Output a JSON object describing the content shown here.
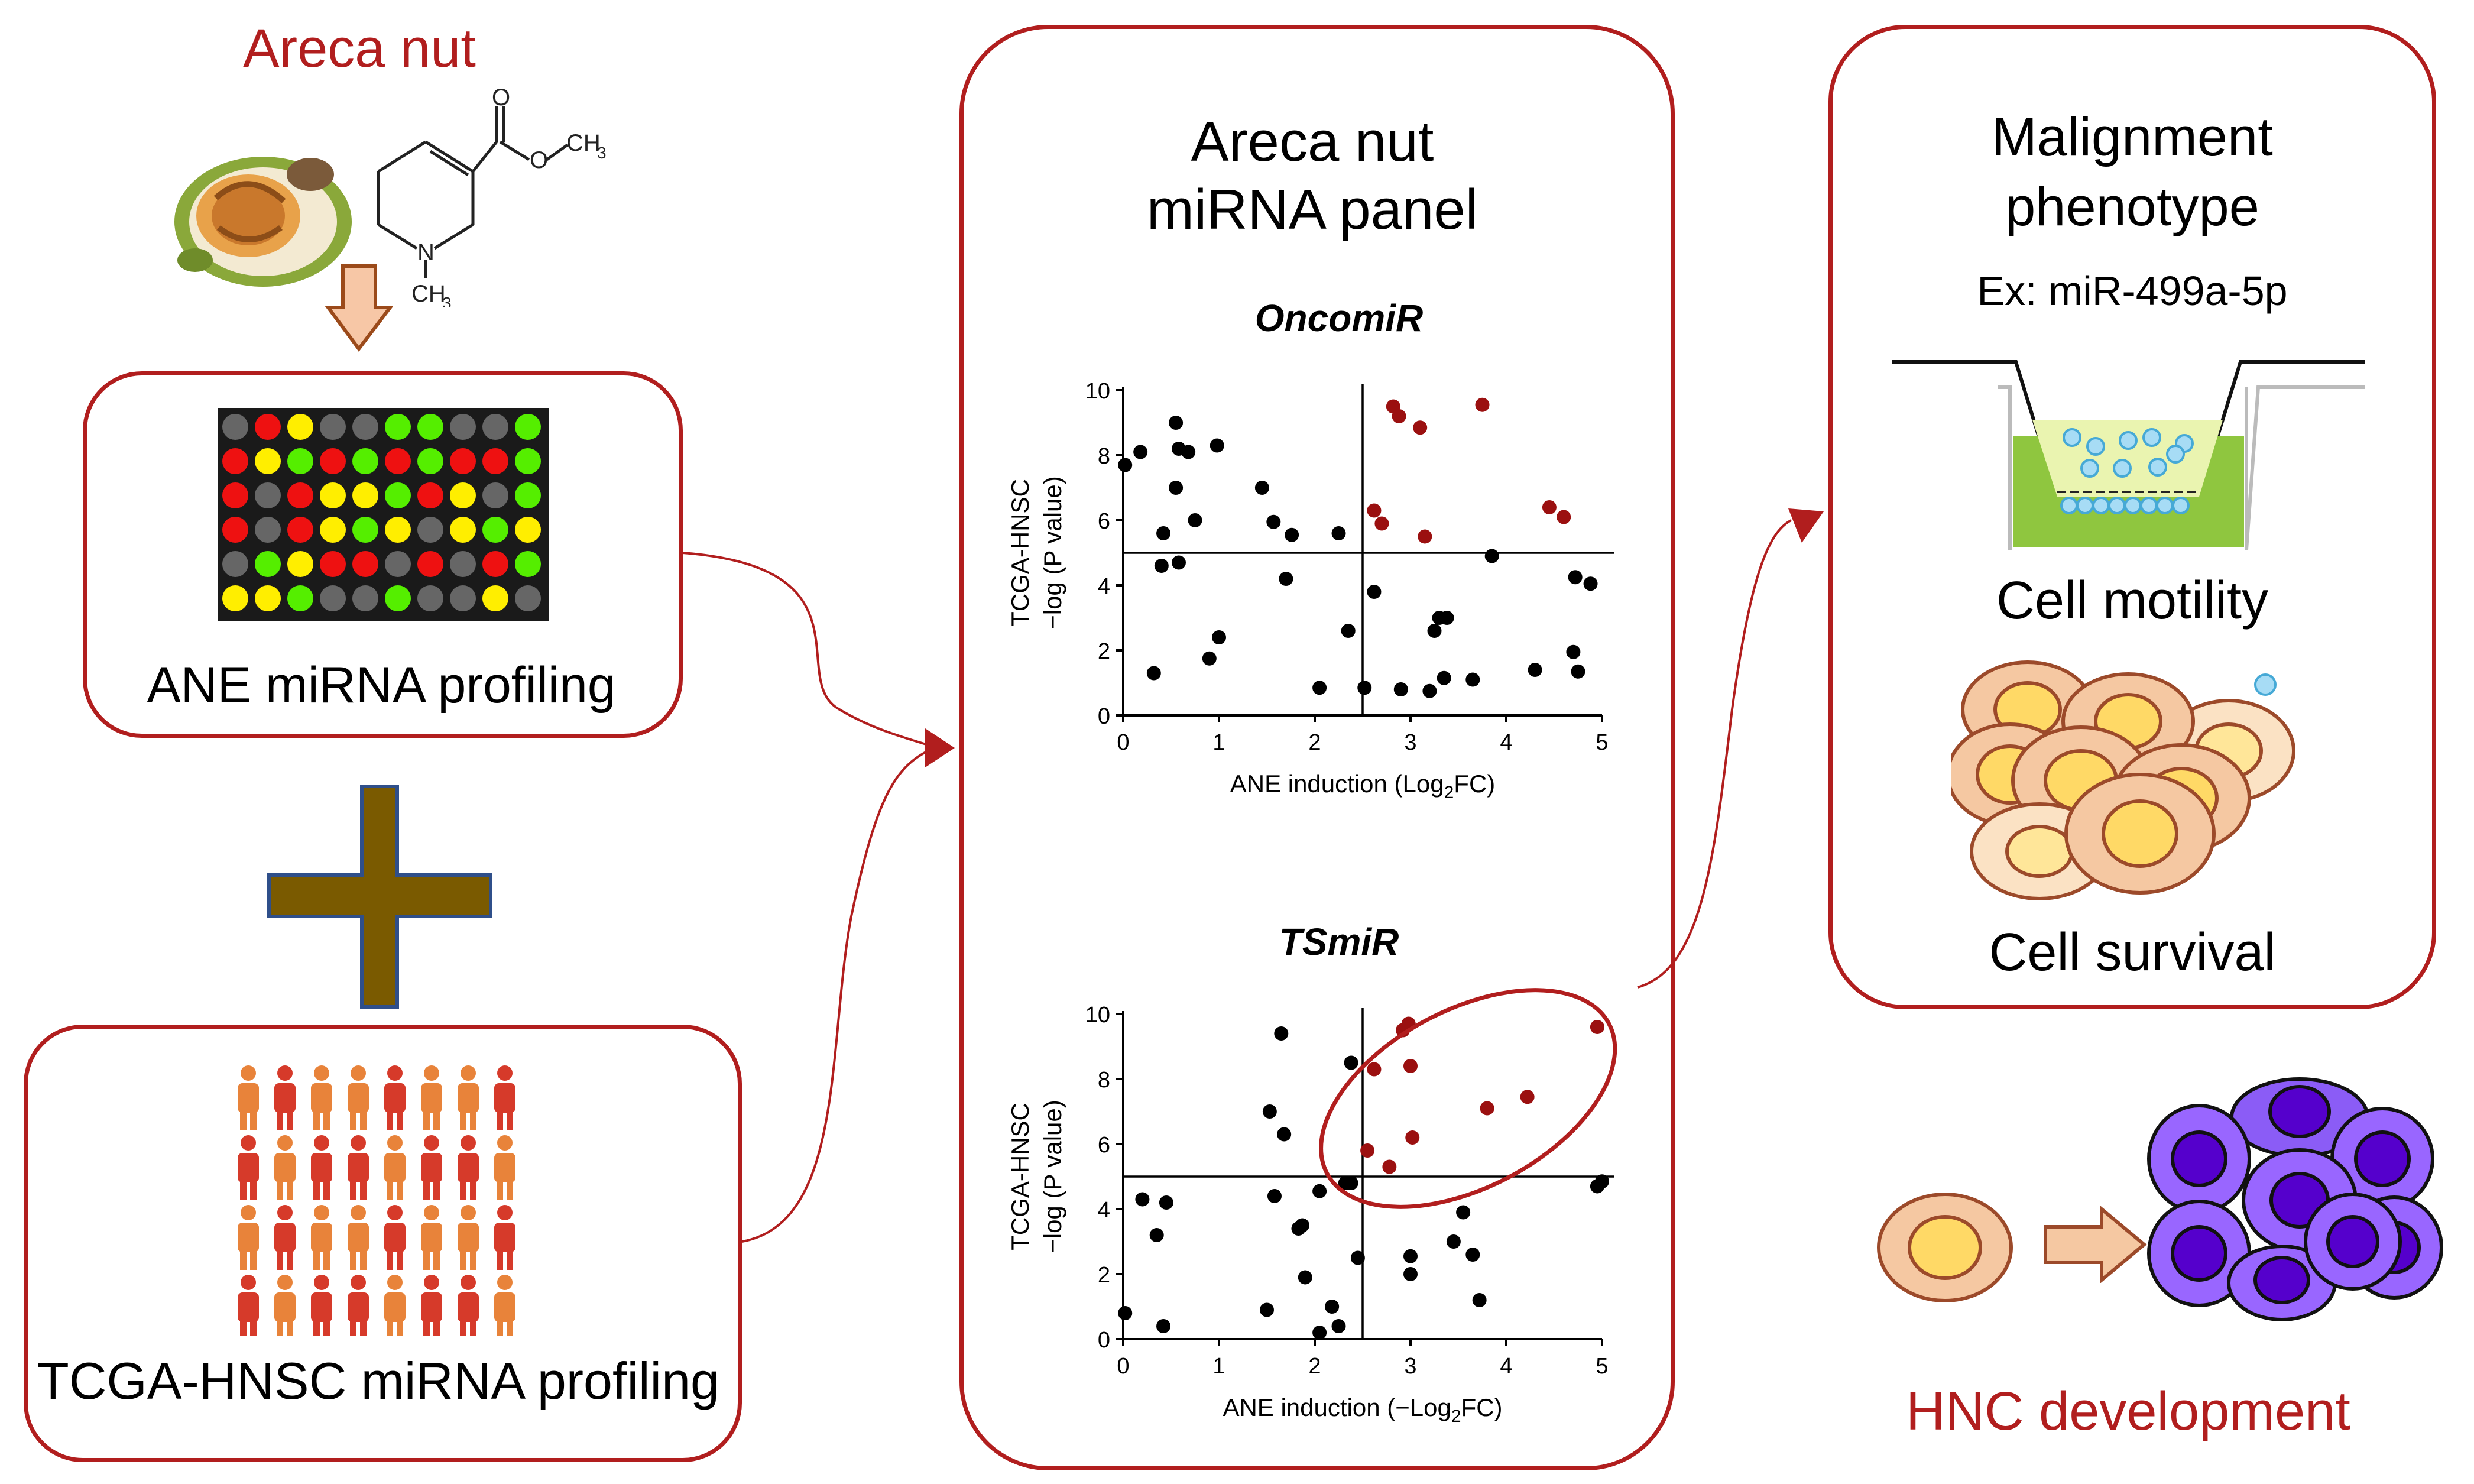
{
  "left": {
    "areca_title": "Areca nut",
    "chem_ch3_top": "CH",
    "chem_ch3_top_sub": "3",
    "chem_ch3_bottom": "CH",
    "chem_ch3_bottom_sub": "3",
    "chem_o": "O",
    "chem_o2": "O",
    "chem_n": "N",
    "ane_box_label": "ANE miRNA profiling",
    "tcga_box_label": "TCGA-HNSC miRNA profiling"
  },
  "middle": {
    "title_line1": "Areca nut",
    "title_line2": "miRNA panel"
  },
  "right": {
    "title_line1": "Malignment",
    "title_line2": "phenotype",
    "example": "Ex: miR-499a-5p",
    "cell_motility": "Cell motility",
    "cell_survival": "Cell survival",
    "hnc_development": "HNC development"
  },
  "colors": {
    "accent_red": "#b11e1e",
    "dark_red_points": "#9b1010",
    "black_points": "#000000",
    "plus_fill": "#7a5a00",
    "arrow_fill": "#f7c7a6"
  },
  "chart_data": [
    {
      "type": "scatter",
      "title": "OncomiR",
      "xlabel": "ANE induction (Log2FC)",
      "ylabel_line1": "TCGA-HNSC",
      "ylabel_line2": "−log (P value)",
      "xlim": [
        0,
        5
      ],
      "ylim": [
        0,
        10
      ],
      "x_ticks": [
        "0",
        "1",
        "2",
        "3",
        "4",
        "5"
      ],
      "y_ticks": [
        "0",
        "2",
        "4",
        "6",
        "8",
        "10"
      ],
      "threshold_x": 2.5,
      "threshold_y": 5,
      "series": [
        {
          "color": "#000000",
          "points": [
            [
              0.02,
              7.7
            ],
            [
              0.18,
              8.1
            ],
            [
              0.32,
              1.3
            ],
            [
              0.4,
              4.6
            ],
            [
              0.42,
              5.6
            ],
            [
              0.55,
              9.0
            ],
            [
              0.55,
              7.0
            ],
            [
              0.58,
              8.2
            ],
            [
              0.58,
              4.7
            ],
            [
              0.68,
              8.1
            ],
            [
              0.75,
              6.0
            ],
            [
              0.9,
              1.75
            ],
            [
              0.98,
              8.3
            ],
            [
              1.0,
              2.4
            ],
            [
              1.45,
              7.0
            ],
            [
              1.57,
              5.95
            ],
            [
              1.7,
              4.2
            ],
            [
              1.76,
              5.55
            ],
            [
              2.05,
              0.85
            ],
            [
              2.25,
              5.6
            ],
            [
              2.35,
              2.6
            ],
            [
              2.52,
              0.85
            ],
            [
              2.62,
              3.8
            ],
            [
              2.9,
              0.8
            ],
            [
              3.2,
              0.75
            ],
            [
              3.25,
              2.6
            ],
            [
              3.3,
              3.0
            ],
            [
              3.35,
              1.15
            ],
            [
              3.38,
              3.0
            ],
            [
              3.65,
              1.1
            ],
            [
              3.85,
              4.9
            ],
            [
              4.3,
              1.4
            ],
            [
              4.7,
              1.95
            ],
            [
              4.72,
              4.25
            ],
            [
              4.75,
              1.35
            ],
            [
              4.88,
              4.05
            ]
          ]
        },
        {
          "color": "#9b1010",
          "points": [
            [
              2.62,
              6.3
            ],
            [
              2.7,
              5.9
            ],
            [
              2.82,
              9.5
            ],
            [
              2.88,
              9.2
            ],
            [
              3.1,
              8.85
            ],
            [
              3.15,
              5.5
            ],
            [
              3.75,
              9.55
            ],
            [
              4.45,
              6.4
            ],
            [
              4.6,
              6.1
            ]
          ]
        }
      ]
    },
    {
      "type": "scatter",
      "title": "TSmiR",
      "xlabel": "ANE induction (−Log2FC)",
      "ylabel_line1": "TCGA-HNSC",
      "ylabel_line2": "−log (P value)",
      "xlim": [
        0,
        5
      ],
      "ylim": [
        0,
        10
      ],
      "x_ticks": [
        "0",
        "1",
        "2",
        "3",
        "4",
        "5"
      ],
      "y_ticks": [
        "0",
        "2",
        "4",
        "6",
        "8",
        "10"
      ],
      "threshold_x": 2.5,
      "threshold_y": 5,
      "series": [
        {
          "color": "#000000",
          "points": [
            [
              0.02,
              0.8
            ],
            [
              0.2,
              4.3
            ],
            [
              0.35,
              3.2
            ],
            [
              0.42,
              0.4
            ],
            [
              0.45,
              4.2
            ],
            [
              1.5,
              0.9
            ],
            [
              1.53,
              7.0
            ],
            [
              1.58,
              4.4
            ],
            [
              1.65,
              9.4
            ],
            [
              1.68,
              6.3
            ],
            [
              1.83,
              3.4
            ],
            [
              1.87,
              3.5
            ],
            [
              1.9,
              1.9
            ],
            [
              2.05,
              0.2
            ],
            [
              2.05,
              4.55
            ],
            [
              2.18,
              1.0
            ],
            [
              2.25,
              0.4
            ],
            [
              2.32,
              4.8
            ],
            [
              2.38,
              8.5
            ],
            [
              2.45,
              2.5
            ],
            [
              2.38,
              4.8
            ],
            [
              3.0,
              2.55
            ],
            [
              3.0,
              2.0
            ],
            [
              3.45,
              3.0
            ],
            [
              3.55,
              3.9
            ],
            [
              3.65,
              2.6
            ],
            [
              3.72,
              1.2
            ],
            [
              4.95,
              4.7
            ],
            [
              5.0,
              4.85
            ]
          ]
        },
        {
          "color": "#9b1010",
          "points": [
            [
              2.55,
              5.8
            ],
            [
              2.62,
              8.3
            ],
            [
              2.78,
              5.3
            ],
            [
              2.92,
              9.5
            ],
            [
              2.98,
              9.7
            ],
            [
              3.0,
              8.4
            ],
            [
              3.02,
              6.2
            ],
            [
              3.8,
              7.1
            ],
            [
              4.22,
              7.45
            ],
            [
              4.95,
              9.6
            ]
          ]
        }
      ]
    }
  ]
}
